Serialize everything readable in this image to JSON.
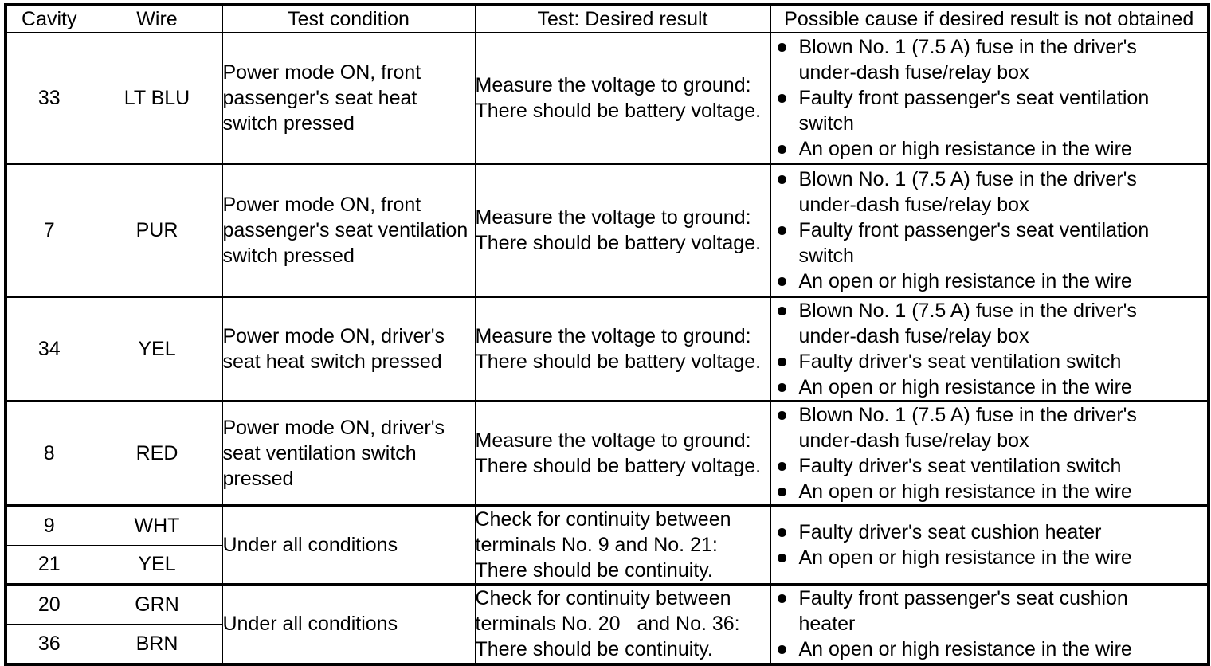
{
  "table": {
    "headers": [
      "Cavity",
      "Wire",
      "Test condition",
      "Test: Desired result",
      "Possible cause if desired result is not obtained"
    ],
    "bullet_icon": "bullet-dot",
    "rows": [
      {
        "cavity": "33",
        "wire": "LT BLU",
        "condition": "Power mode ON, front passenger's seat heat switch pressed",
        "test": "Measure the voltage to ground: There should be battery voltage.",
        "causes": [
          "Blown No. 1 (7.5 A) fuse in the driver's under-dash fuse/relay box",
          "Faulty front passenger's seat ventilation switch",
          "An open or high resistance in the wire"
        ]
      },
      {
        "cavity": "7",
        "wire": "PUR",
        "condition": "Power mode ON, front passenger's seat ventilation switch pressed",
        "test": "Measure the voltage to ground: There should be battery voltage.",
        "causes": [
          "Blown No. 1 (7.5 A) fuse in the driver's under-dash fuse/relay box",
          "Faulty front passenger's seat ventilation switch",
          "An open or high resistance in the wire"
        ]
      },
      {
        "cavity": "34",
        "wire": "YEL",
        "condition": "Power mode ON, driver's seat heat switch pressed",
        "test": "Measure the voltage to ground: There should be battery voltage.",
        "causes": [
          "Blown No. 1 (7.5 A) fuse in the driver's under-dash fuse/relay box",
          "Faulty driver's seat ventilation switch",
          "An open or high resistance in the wire"
        ]
      },
      {
        "cavity": "8",
        "wire": "RED",
        "condition": "Power mode ON, driver's seat ventilation switch pressed",
        "test": "Measure the voltage to ground: There should be battery voltage.",
        "causes": [
          "Blown No. 1 (7.5 A) fuse in the driver's under-dash fuse/relay box",
          "Faulty driver's seat ventilation switch",
          "An open or high resistance in the wire"
        ]
      },
      {
        "cavity_pair": [
          "9",
          "21"
        ],
        "wire_pair": [
          "WHT",
          "YEL"
        ],
        "condition": "Under all conditions",
        "test": "Check for continuity between terminals No. 9 and No. 21: There should be continuity.",
        "causes": [
          "Faulty driver's seat cushion heater",
          "An open or high resistance in the wire"
        ]
      },
      {
        "cavity_pair": [
          "20",
          "36"
        ],
        "wire_pair": [
          "GRN",
          "BRN"
        ],
        "condition": "Under all conditions",
        "test": "Check for continuity between terminals No. 20   and No. 36: There should be continuity.",
        "causes": [
          "Faulty front passenger's seat cushion heater",
          "An open or high resistance in the wire"
        ]
      }
    ]
  },
  "lines": {
    "r1_cond": [
      "Power mode ON, front",
      "passenger's seat heat",
      "switch pressed"
    ],
    "r2_cond": [
      "Power mode ON, front",
      "passenger's seat ventilation",
      "switch pressed"
    ],
    "r3_cond": [
      "Power mode ON, driver's",
      "seat heat switch pressed"
    ],
    "r4_cond": [
      "Power mode ON, driver's",
      "seat ventilation switch",
      "pressed"
    ],
    "volt_test": [
      "Measure the voltage to ground:",
      "There should be battery voltage."
    ],
    "cont_test_9_21": [
      "Check for continuity between",
      "terminals No. 9 and No. 21:",
      "There should be continuity."
    ],
    "cont_test_20_36": [
      "Check for continuity between",
      "terminals No. 20   and No. 36:",
      "There should be continuity."
    ],
    "cause_fuse": [
      "Blown No. 1 (7.5 A) fuse in the driver's",
      "under-dash fuse/relay box"
    ],
    "cause_pass_vent": [
      "Faulty front passenger's seat ventilation",
      "switch"
    ],
    "cause_pass_cushion": [
      "Faulty front passenger's seat cushion",
      "heater"
    ]
  }
}
